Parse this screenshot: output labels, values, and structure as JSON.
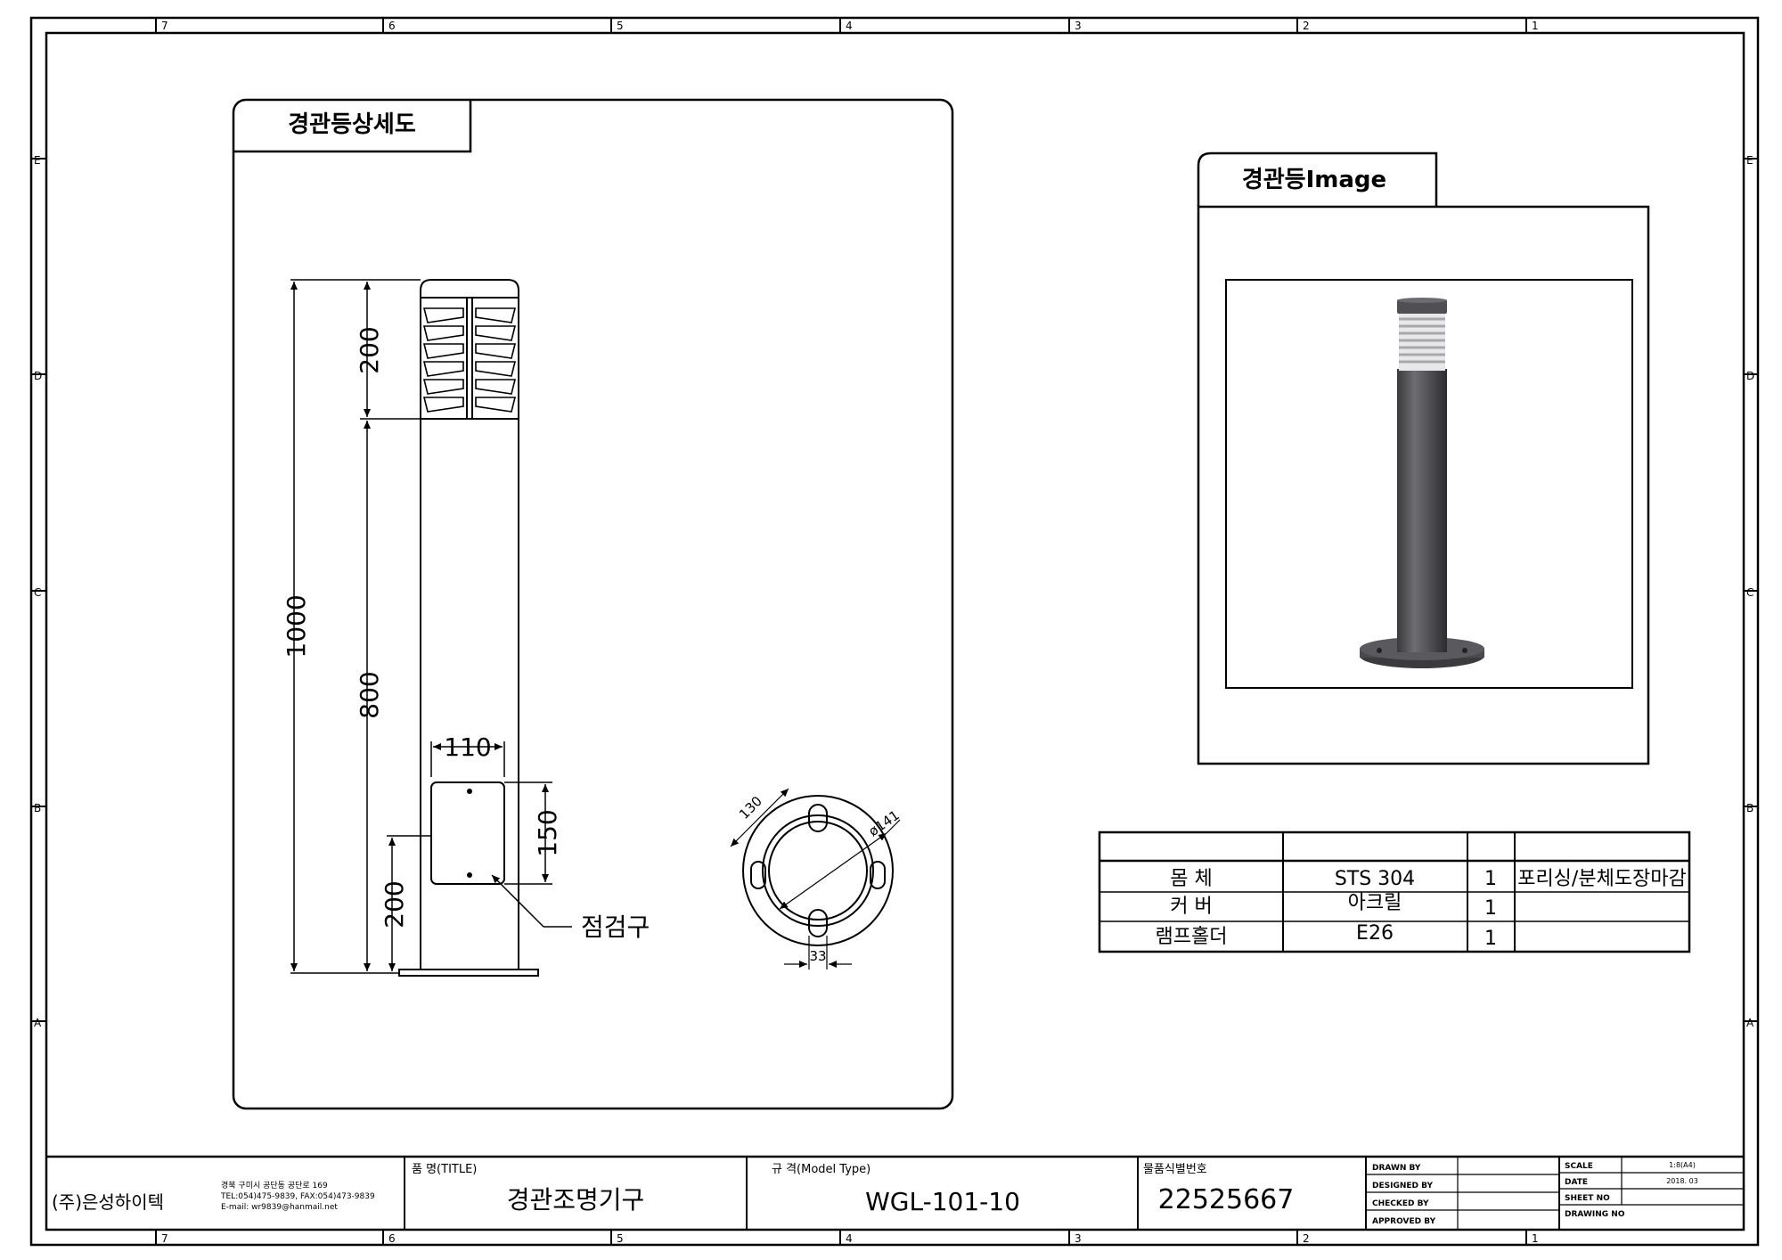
{
  "zones": {
    "top": [
      "7",
      "6",
      "5",
      "4",
      "3",
      "2",
      "1"
    ],
    "bottom": [
      "7",
      "6",
      "5",
      "4",
      "3",
      "2",
      "1"
    ],
    "left": [
      "E",
      "D",
      "C",
      "B",
      "A"
    ],
    "right": [
      "E",
      "D",
      "C",
      "B",
      "A"
    ]
  },
  "detail_panel": {
    "title": "경관등상세도",
    "dims": {
      "total_height": "1000",
      "top_section": "200",
      "body_height": "800",
      "door_width": "110",
      "door_height": "150",
      "door_elevation": "200"
    },
    "callout": "점검구",
    "base_dims": {
      "pcd": "130",
      "diameter": "ø141",
      "slot": "33"
    }
  },
  "image_panel": {
    "title": "경관등Image"
  },
  "parts_table": {
    "header": [
      "",
      "",
      "",
      ""
    ],
    "rows": [
      {
        "part": "몸 체",
        "material": "STS 304",
        "qty": "1",
        "finish": "포리싱/분체도장마감"
      },
      {
        "part": "커 버",
        "material": "아크릴",
        "qty": "1",
        "finish": ""
      },
      {
        "part": "램프홀더",
        "material": "E26",
        "qty": "1",
        "finish": ""
      }
    ]
  },
  "title_block": {
    "company": "(주)은성하이텍",
    "address": "경북 구미시 공단동 공단로 169",
    "phone": "TEL:054)475-9839, FAX:054)473-9839",
    "email": "E-mail: wr9839@hanmail.net",
    "title_label": "품 명(TITLE)",
    "title_value": "경관조명기구",
    "model_label": "규 격(Model Type)",
    "model_value": "WGL-101-10",
    "id_label": "물품식별번호",
    "id_value": "22525667",
    "drawn_by": "DRAWN BY",
    "designed_by": "DESIGNED BY",
    "checked_by": "CHECKED BY",
    "approved_by": "APPROVED BY",
    "scale_label": "SCALE",
    "scale_value": "1:8(A4)",
    "date_label": "DATE",
    "date_value": "2018. 03",
    "sheet_label": "SHEET NO",
    "drawing_label": "DRAWING NO"
  }
}
